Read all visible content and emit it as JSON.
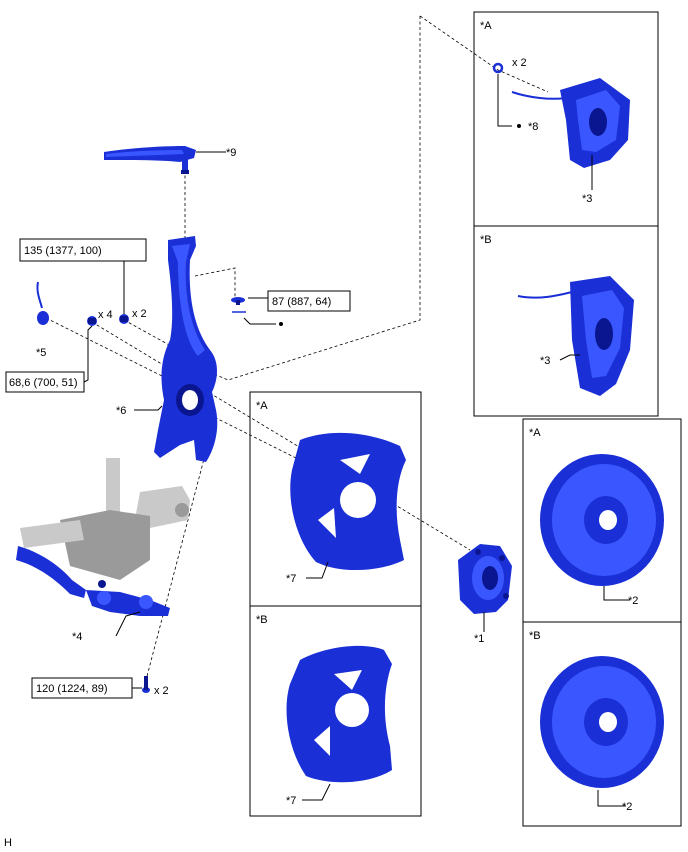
{
  "callouts": {
    "c1": "*1",
    "c2a": "*2",
    "c2b": "*2",
    "c3a": "*3",
    "c3b": "*3",
    "c4": "*4",
    "c5": "*5",
    "c6": "*6",
    "c7a": "*7",
    "c7b": "*7",
    "c8": "*8",
    "c9": "*9"
  },
  "variants": {
    "caliper_a": "*A",
    "caliper_b": "*B",
    "shield_a": "*A",
    "shield_b": "*B",
    "disc_a": "*A",
    "disc_b": "*B"
  },
  "torques": {
    "t135": "135 (1377, 100)",
    "t87": "87 (887, 64)",
    "t686": "68,6 (700, 51)",
    "t120": "120 (1224, 89)"
  },
  "quantities": {
    "q_x2_top": "x 2",
    "q_x4": "x 4",
    "q_x2_bolt": "x 2",
    "q_x2_bottom": "x 2"
  },
  "footer": {
    "mark": "H"
  },
  "colors": {
    "part": "#1a2fd6",
    "part_light": "#3a57ff",
    "other": "#c9c9c9"
  }
}
